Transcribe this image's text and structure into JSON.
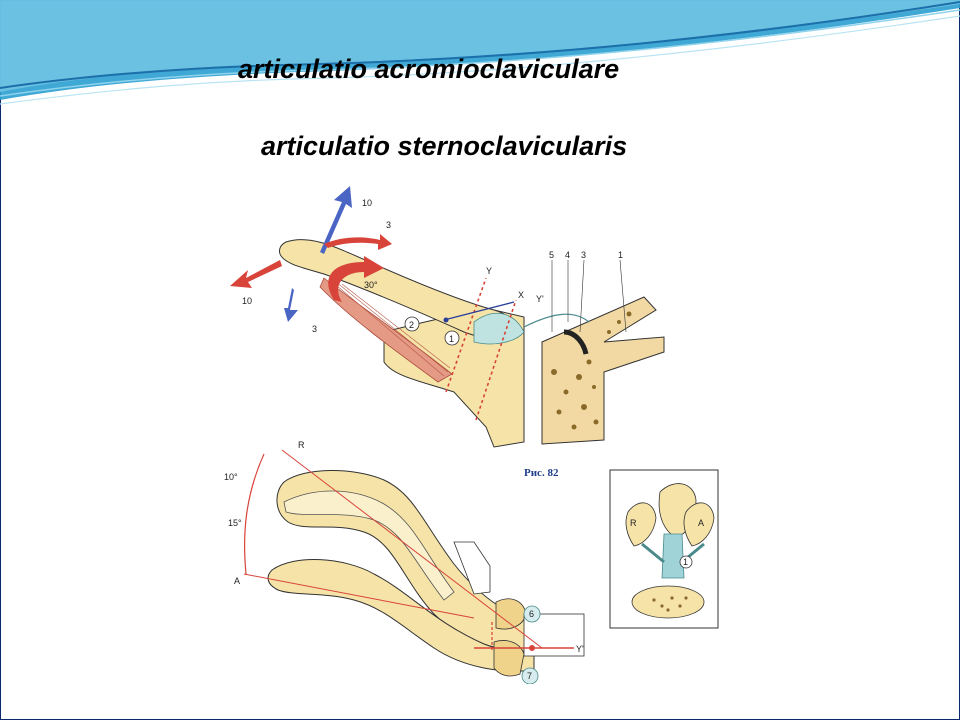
{
  "slide": {
    "title_1": "articulatio acromioclaviculare",
    "title_2": "articulatio sternoclavicularis"
  },
  "figure": {
    "caption": "Рис. 82",
    "top_labels": {
      "a10": "10",
      "a3": "3",
      "a30": "30°",
      "b10": "10",
      "b3": "3",
      "axis_y": "Y",
      "axis_x": "X",
      "axis_y2": "Y'",
      "n5": "5",
      "n4": "4",
      "n3": "3",
      "n1": "1",
      "c2": "2",
      "c1": "1"
    },
    "bottom_labels": {
      "r": "R",
      "deg10": "10°",
      "deg15": "15°",
      "a": "A",
      "c6": "6",
      "c7": "7",
      "y2": "Y'"
    },
    "inset_labels": {
      "r": "R",
      "a": "A",
      "c1": "1"
    }
  }
}
